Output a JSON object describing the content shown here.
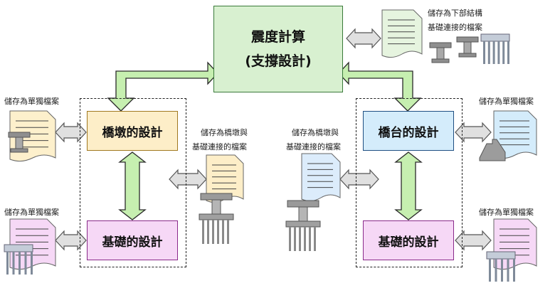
{
  "colors": {
    "green_fill": "#d8f0d0",
    "green_stroke": "#3a7a3a",
    "green_arrow": "#c6efb0",
    "orange_fill": "#fdeec8",
    "orange_stroke": "#a07820",
    "blue_fill": "#d4ecfb",
    "blue_stroke": "#1f4f82",
    "pink_fill": "#f6d8f6",
    "pink_stroke": "#8a2a8a",
    "gray_arrow": "#e0e0e0"
  },
  "boxes": {
    "seismic_line1": "震度計算",
    "seismic_line2": "(支撐設計)",
    "pier_design": "橋墩的設計",
    "pier_foundation_design": "基礎的設計",
    "abutment_design": "橋台的設計",
    "abutment_foundation_design": "基礎的設計"
  },
  "labels": {
    "top_right_1": "儲存為下部結構",
    "top_right_2": "基礎連接的檔案",
    "left_top": "儲存為單獨檔案",
    "left_bottom": "儲存為單獨檔案",
    "pier_link_1": "儲存為橋墩與",
    "pier_link_2": "基礎連接的檔案",
    "abut_link_1": "儲存為橋墩與",
    "abut_link_2": "基礎連接的檔案",
    "right_top": "儲存為單獨檔案",
    "right_bottom": "儲存為單獨檔案"
  },
  "icons": {
    "document": "document-icon",
    "pier_model": "pier-model-icon",
    "abutment_model": "abutment-model-icon",
    "foundation_model": "foundation-model-icon"
  }
}
